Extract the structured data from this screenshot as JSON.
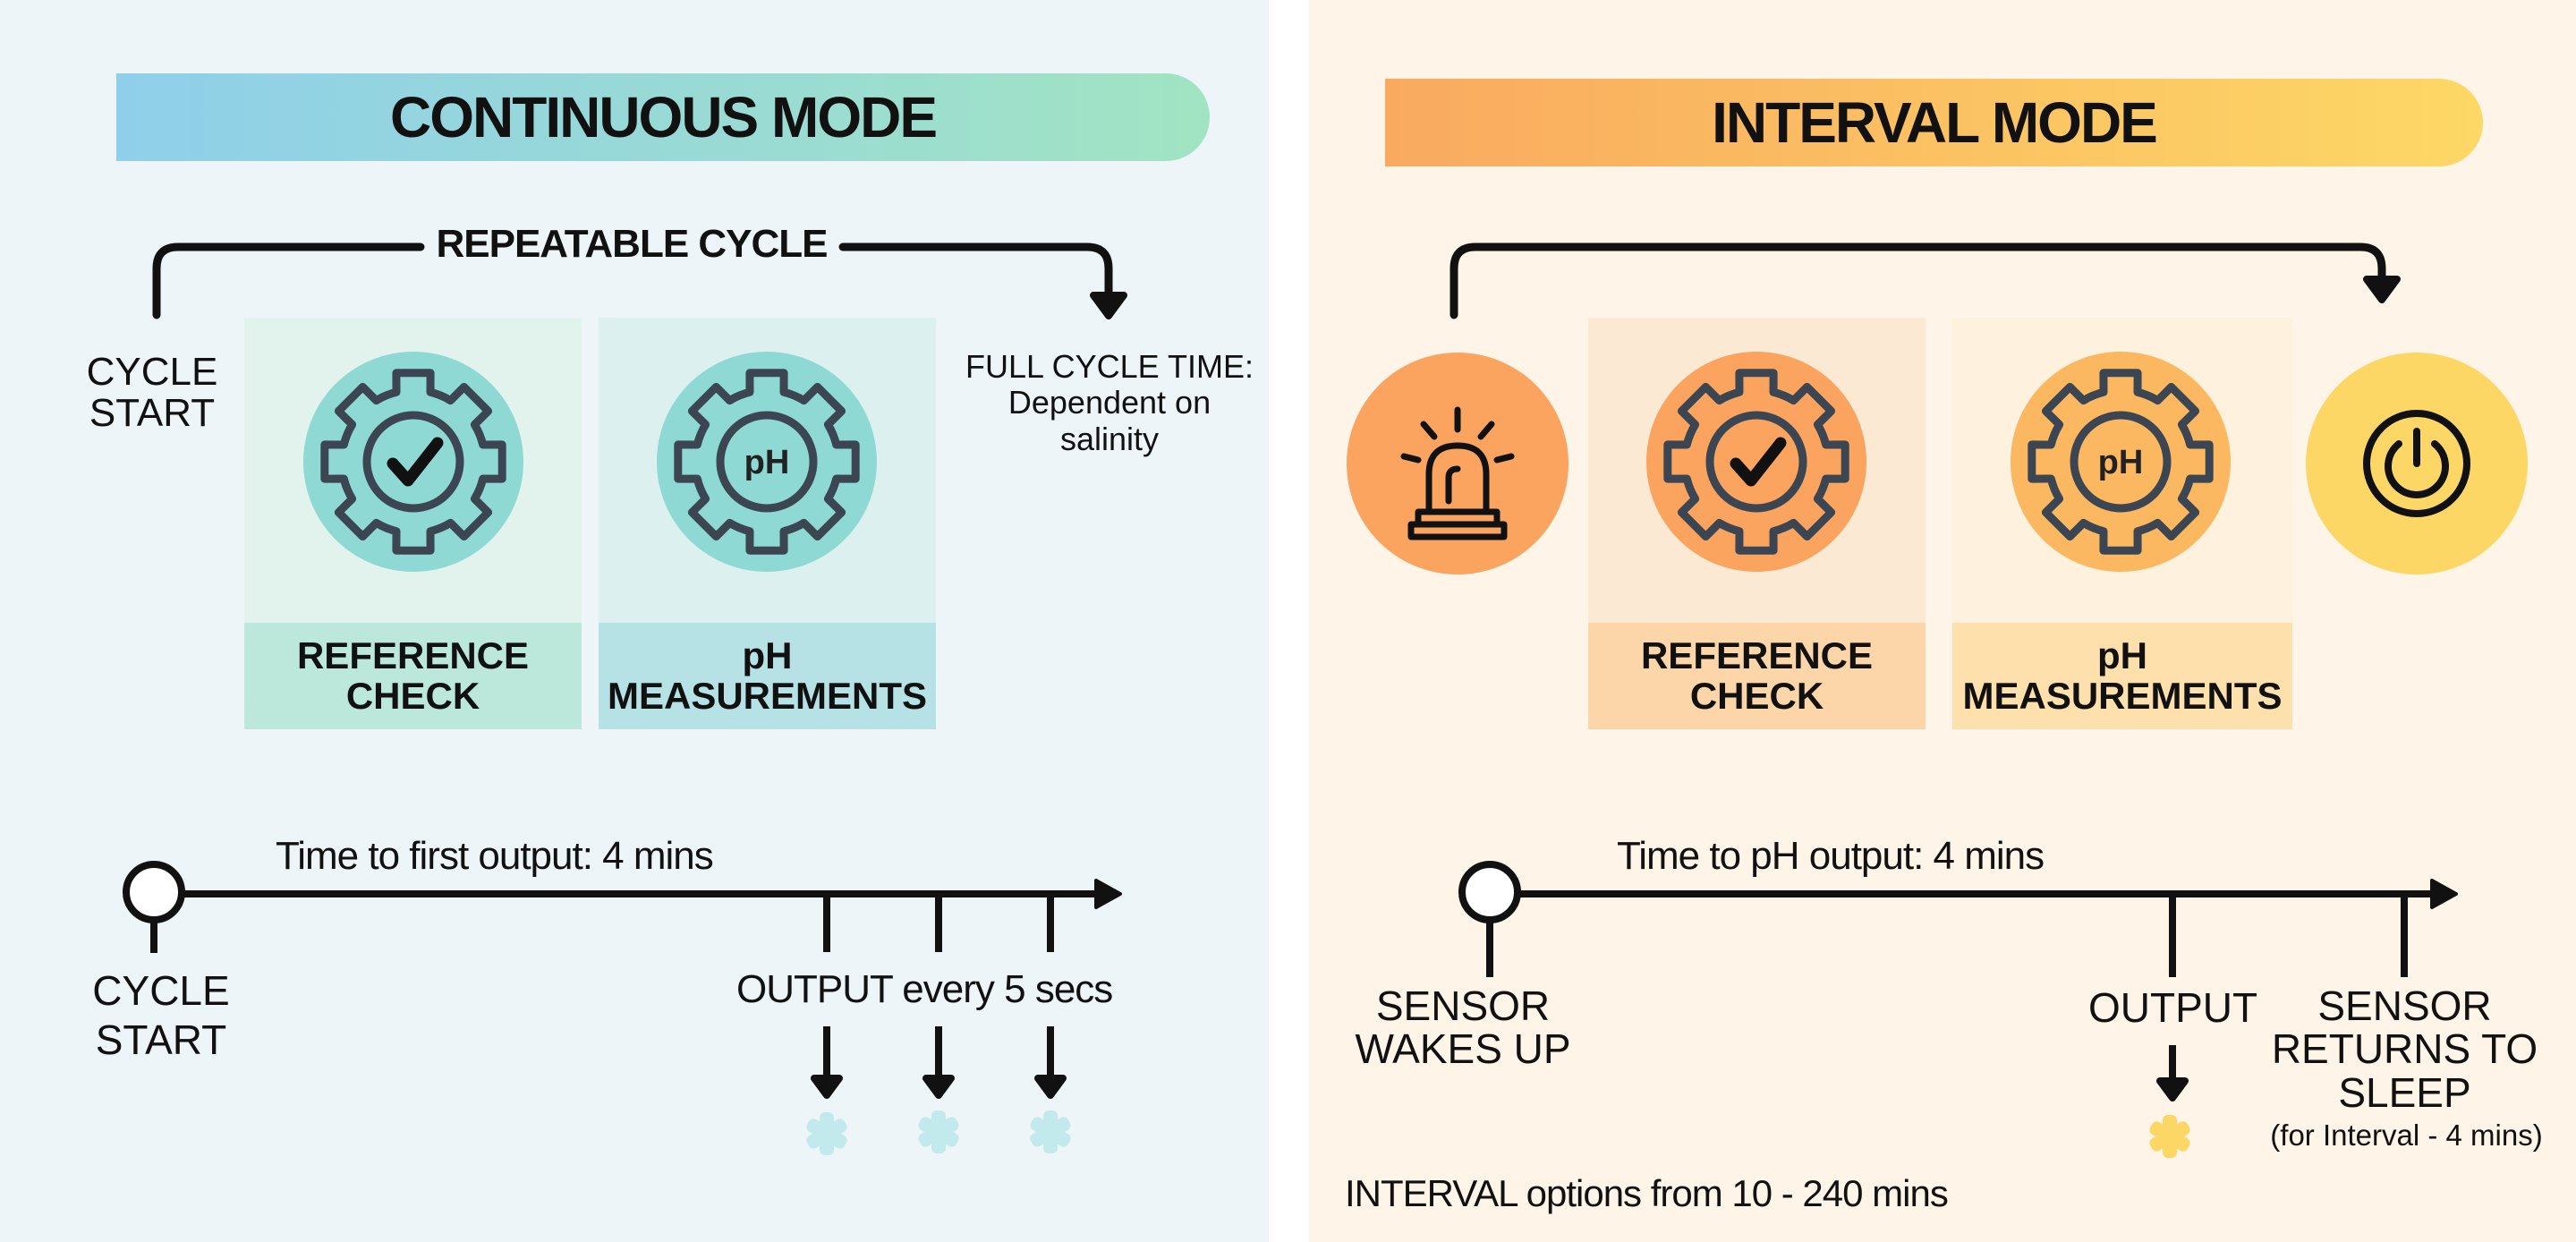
{
  "continuous": {
    "title": "CONTINUOUS MODE",
    "cycle_label": "REPEATABLE CYCLE",
    "cycle_start": [
      "CYCLE",
      "START"
    ],
    "full_cycle_time": [
      "FULL CYCLE TIME:",
      "Dependent on",
      "salinity"
    ],
    "columns": [
      {
        "label": [
          "REFERENCE",
          "CHECK"
        ],
        "icon": "gear-check-icon"
      },
      {
        "label": [
          "pH",
          "MEASUREMENTS"
        ],
        "icon": "gear-ph-icon",
        "icon_text": "pH"
      }
    ],
    "timeline": {
      "label": "Time to first output: 4 mins",
      "start_label": [
        "CYCLE",
        "START"
      ],
      "output_label": "OUTPUT every 5 secs"
    }
  },
  "interval": {
    "title": "INTERVAL MODE",
    "columns": [
      {
        "label": [
          "REFERENCE",
          "CHECK"
        ],
        "icon": "gear-check-icon"
      },
      {
        "label": [
          "pH",
          "MEASUREMENTS"
        ],
        "icon": "gear-ph-icon",
        "icon_text": "pH"
      }
    ],
    "icons": {
      "start": "siren-icon",
      "end": "power-icon"
    },
    "timeline": {
      "label": "Time to pH output: 4 mins",
      "wake_label": [
        "SENSOR",
        "WAKES UP"
      ],
      "output_label": "OUTPUT",
      "sleep_label": [
        "SENSOR",
        "RETURNS TO",
        "SLEEP"
      ],
      "sleep_note": "(for Interval - 4 mins)"
    },
    "interval_options": "INTERVAL options from 10 - 240 mins"
  },
  "colors": {
    "left_bg": "#EDF5F8",
    "right_bg": "#FEF5E8",
    "teal_circle": "#8ED9D4",
    "orange_circle": "#FBA45F",
    "yellow_circle": "#FDD765",
    "gear": "#3C4653"
  }
}
